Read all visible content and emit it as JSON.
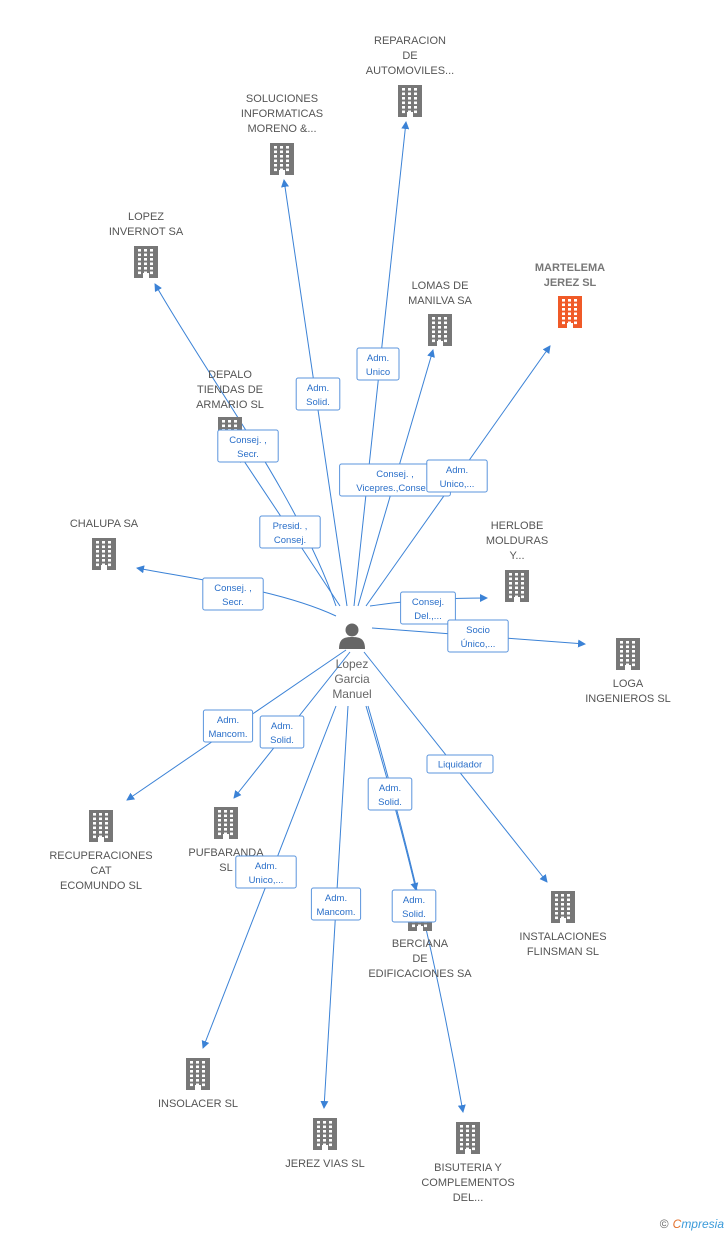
{
  "colors": {
    "edge": "#3b82d6",
    "building": "#777777",
    "main_building": "#f05a28",
    "person": "#666666"
  },
  "person": {
    "id": "person",
    "label": [
      "Lopez",
      "Garcia",
      "Manuel"
    ]
  },
  "companies": [
    {
      "id": "reparacion",
      "label": [
        "REPARACION",
        "DE",
        "AUTOMOVILES..."
      ]
    },
    {
      "id": "soluciones",
      "label": [
        "SOLUCIONES",
        "INFORMATICAS",
        "MORENO &..."
      ]
    },
    {
      "id": "lopez_invernot",
      "label": [
        "LOPEZ",
        "INVERNOT SA"
      ]
    },
    {
      "id": "martelema",
      "label": [
        "MARTELEMA",
        "JEREZ SL"
      ],
      "main": true
    },
    {
      "id": "lomas",
      "label": [
        "LOMAS DE",
        "MANILVA SA"
      ]
    },
    {
      "id": "depalo",
      "label": [
        "DEPALO",
        "TIENDAS DE",
        "ARMARIO SL"
      ]
    },
    {
      "id": "chalupa",
      "label": [
        "CHALUPA SA"
      ]
    },
    {
      "id": "herlobe",
      "label": [
        "HERLOBE",
        "MOLDURAS",
        "Y..."
      ]
    },
    {
      "id": "loga",
      "label": [
        "LOGA",
        "INGENIEROS SL"
      ]
    },
    {
      "id": "recuperaciones",
      "label": [
        "RECUPERACIONES",
        "CAT",
        "ECOMUNDO SL"
      ]
    },
    {
      "id": "pufbaranda",
      "label": [
        "PUFBARANDA",
        "SL"
      ]
    },
    {
      "id": "berciana",
      "label": [
        "BERCIANA",
        "DE",
        "EDIFICACIONES SA"
      ]
    },
    {
      "id": "instalaciones",
      "label": [
        "INSTALACIONES",
        "FLINSMAN SL"
      ]
    },
    {
      "id": "insolacer",
      "label": [
        "INSOLACER SL"
      ]
    },
    {
      "id": "jerez_vias",
      "label": [
        "JEREZ VIAS SL"
      ]
    },
    {
      "id": "bisuteria",
      "label": [
        "BISUTERIA Y",
        "COMPLEMENTOS",
        "DEL..."
      ]
    }
  ],
  "relations": [
    {
      "to": "reparacion",
      "role": [
        "Adm.",
        "Unico"
      ]
    },
    {
      "to": "soluciones",
      "role": [
        "Adm.",
        "Solid."
      ]
    },
    {
      "to": "lopez_invernot",
      "role": [
        "Consej. ,",
        "Secr."
      ]
    },
    {
      "to": "depalo",
      "role": [
        "Presid. ,",
        "Consej."
      ]
    },
    {
      "to": "lomas",
      "role": [
        "Consej. ,",
        "Vicepres.,Conse..."
      ]
    },
    {
      "to": "martelema",
      "role": [
        "Adm.",
        "Unico,..."
      ]
    },
    {
      "to": "chalupa",
      "role": [
        "Consej. ,",
        "Secr."
      ]
    },
    {
      "to": "herlobe",
      "role": [
        "Consej.",
        "Del.,..."
      ]
    },
    {
      "to": "loga",
      "role": [
        "Socio",
        "Único,..."
      ]
    },
    {
      "to": "recuperaciones",
      "role": [
        "Adm.",
        "Mancom."
      ]
    },
    {
      "to": "pufbaranda",
      "role": [
        "Adm.",
        "Solid."
      ]
    },
    {
      "to": "instalaciones",
      "role": [
        "Liquidador"
      ]
    },
    {
      "to": "berciana",
      "role": [
        "Adm.",
        "Solid."
      ]
    },
    {
      "to": "insolacer",
      "role": [
        "Adm.",
        "Unico,..."
      ]
    },
    {
      "to": "jerez_vias",
      "role": [
        "Adm.",
        "Mancom."
      ]
    },
    {
      "to": "bisuteria",
      "role": [
        "Adm.",
        "Solid."
      ]
    }
  ],
  "footer": {
    "copyright": "©",
    "brand_initial": "C",
    "brand_rest": "mpresia"
  }
}
